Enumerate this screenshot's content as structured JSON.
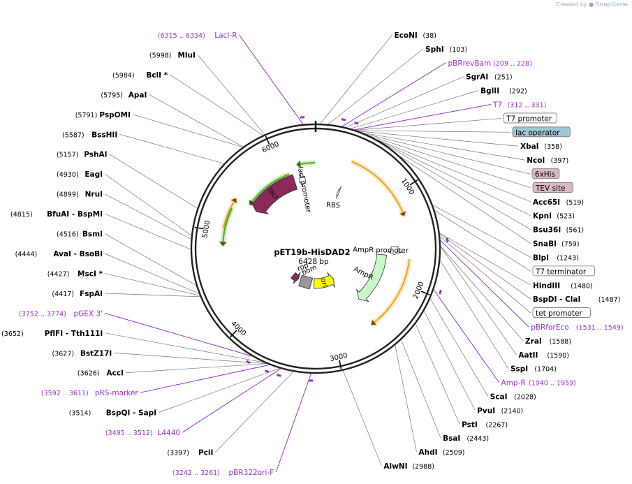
{
  "credit": {
    "prefix": "Created by",
    "brand": "SnapGene"
  },
  "plasmid": {
    "name": "pET19b-HisDAD2",
    "length": 6428,
    "length_label": "6428 bp"
  },
  "ticks": [
    "1000",
    "2000",
    "3000",
    "4000",
    "5000",
    "6000"
  ],
  "labels": [
    {
      "kind": "enzyme",
      "side": "R",
      "name": "EcoNI",
      "pos": "(38)",
      "site": 38
    },
    {
      "kind": "enzyme",
      "side": "R",
      "name": "SphI",
      "pos": "(103)",
      "site": 103
    },
    {
      "kind": "primer",
      "side": "R",
      "name": "pBRrevBam",
      "pos": "(209 .. 228)",
      "site": 218
    },
    {
      "kind": "enzyme",
      "side": "R",
      "name": "SgrAI",
      "pos": "(251)",
      "site": 251
    },
    {
      "kind": "enzyme",
      "side": "R",
      "name": "BglII",
      "pos": "(292)",
      "site": 292
    },
    {
      "kind": "primer",
      "side": "R",
      "name": "T7",
      "pos": "(312 .. 331)",
      "site": 321
    },
    {
      "kind": "feature",
      "side": "R",
      "name": "T7 promoter",
      "pos": "",
      "site": 330,
      "fill": "#ffffff"
    },
    {
      "kind": "feature",
      "side": "R",
      "name": "lac operator",
      "pos": "",
      "site": 340,
      "fill": "#9fc6d4"
    },
    {
      "kind": "enzyme",
      "side": "R",
      "name": "XbaI",
      "pos": "(358)",
      "site": 358
    },
    {
      "kind": "enzyme",
      "side": "R",
      "name": "NcoI",
      "pos": "(397)",
      "site": 397
    },
    {
      "kind": "feature",
      "side": "R",
      "name": "6xHis",
      "pos": "",
      "site": 420,
      "fill": "#d9b8c4"
    },
    {
      "kind": "feature",
      "side": "R",
      "name": "TEV site",
      "pos": "",
      "site": 460,
      "fill": "#d9b8c4"
    },
    {
      "kind": "enzyme",
      "side": "R",
      "name": "Acc65I",
      "pos": "(519)",
      "site": 519
    },
    {
      "kind": "enzyme",
      "side": "R",
      "name": "KpnI",
      "pos": "(523)",
      "site": 523
    },
    {
      "kind": "enzyme",
      "side": "R",
      "name": "Bsu36I",
      "pos": "(561)",
      "site": 561
    },
    {
      "kind": "enzyme",
      "side": "R",
      "name": "SnaBI",
      "pos": "(759)",
      "site": 759
    },
    {
      "kind": "enzyme",
      "side": "R",
      "name": "BlpI",
      "pos": "(1243)",
      "site": 1243
    },
    {
      "kind": "feature",
      "side": "R",
      "name": "T7 terminator",
      "pos": "",
      "site": 1290,
      "fill": "#ffffff"
    },
    {
      "kind": "enzyme",
      "side": "R",
      "name": "HindIII",
      "pos": "(1480)",
      "site": 1480
    },
    {
      "kind": "enzyme",
      "side": "R",
      "name": "BspDI  - ClaI",
      "pos": "(1487)",
      "site": 1487
    },
    {
      "kind": "feature",
      "side": "R",
      "name": "tet promoter",
      "pos": "",
      "site": 1510,
      "fill": "#ffffff"
    },
    {
      "kind": "primer",
      "side": "R",
      "name": "pBRforEco",
      "pos": "(1531 .. 1549)",
      "site": 1540
    },
    {
      "kind": "enzyme",
      "side": "R",
      "name": "ZraI",
      "pos": "(1588)",
      "site": 1588
    },
    {
      "kind": "enzyme",
      "side": "R",
      "name": "AatII",
      "pos": "(1590)",
      "site": 1590
    },
    {
      "kind": "enzyme",
      "side": "R",
      "name": "SspI",
      "pos": "(1704)",
      "site": 1704
    },
    {
      "kind": "primer",
      "side": "R",
      "name": "Amp-R",
      "pos": "(1940 .. 1959)",
      "site": 1950
    },
    {
      "kind": "enzyme",
      "side": "R",
      "name": "ScaI",
      "pos": "(2028)",
      "site": 2028
    },
    {
      "kind": "enzyme",
      "side": "R",
      "name": "PvuI",
      "pos": "(2140)",
      "site": 2140
    },
    {
      "kind": "enzyme",
      "side": "R",
      "name": "PstI",
      "pos": "(2267)",
      "site": 2267
    },
    {
      "kind": "enzyme",
      "side": "R",
      "name": "BsaI",
      "pos": "(2443)",
      "site": 2443
    },
    {
      "kind": "enzyme",
      "side": "R",
      "name": "AhdI",
      "pos": "(2509)",
      "site": 2509
    },
    {
      "kind": "enzyme",
      "side": "R",
      "name": "AlwNI",
      "pos": "(2988)",
      "site": 2988
    },
    {
      "kind": "primer",
      "side": "L",
      "name": "pBR322ori-F",
      "pos": "(3242 .. 3261)",
      "site": 3251
    },
    {
      "kind": "enzyme",
      "side": "L",
      "name": "PciI",
      "pos": "(3397)",
      "site": 3397
    },
    {
      "kind": "primer",
      "side": "L",
      "name": "L4440",
      "pos": "(3495 .. 3512)",
      "site": 3503
    },
    {
      "kind": "enzyme",
      "side": "L",
      "name": "BspQI  - SapI",
      "pos": "(3514)",
      "site": 3514
    },
    {
      "kind": "primer",
      "side": "L",
      "name": "pRS-marker",
      "pos": "(3592 .. 3611)",
      "site": 3601
    },
    {
      "kind": "enzyme",
      "side": "L",
      "name": "AccI",
      "pos": "(3626)",
      "site": 3626
    },
    {
      "kind": "enzyme",
      "side": "L",
      "name": "BstZ17I",
      "pos": "(3627)",
      "site": 3627
    },
    {
      "kind": "enzyme",
      "side": "L",
      "name": "PflFI  - Tth111I",
      "pos": "(3652)",
      "site": 3652
    },
    {
      "kind": "primer",
      "side": "L",
      "name": "pGEX 3'",
      "pos": "(3752 .. 3774)",
      "site": 3763
    },
    {
      "kind": "enzyme",
      "side": "L",
      "name": "FspAI",
      "pos": "(4417)",
      "site": 4417
    },
    {
      "kind": "enzyme",
      "side": "L",
      "name": "MscI *",
      "pos": "(4427)",
      "site": 4427
    },
    {
      "kind": "enzyme",
      "side": "L",
      "name": "AvaI  - BsoBI",
      "pos": "(4444)",
      "site": 4444
    },
    {
      "kind": "enzyme",
      "side": "L",
      "name": "BsmI",
      "pos": "(4516)",
      "site": 4516
    },
    {
      "kind": "enzyme",
      "side": "L",
      "name": "BfuAI  - BspMI",
      "pos": "(4815)",
      "site": 4815
    },
    {
      "kind": "enzyme",
      "side": "L",
      "name": "NruI",
      "pos": "(4899)",
      "site": 4899
    },
    {
      "kind": "enzyme",
      "side": "L",
      "name": "EagI",
      "pos": "(4930)",
      "site": 4930
    },
    {
      "kind": "enzyme",
      "side": "L",
      "name": "PshAI",
      "pos": "(5157)",
      "site": 5157
    },
    {
      "kind": "enzyme",
      "side": "L",
      "name": "BssHII",
      "pos": "(5587)",
      "site": 5587
    },
    {
      "kind": "enzyme",
      "side": "L",
      "name": "PspOMI",
      "pos": "(5791)",
      "site": 5791
    },
    {
      "kind": "enzyme",
      "side": "L",
      "name": "ApaI",
      "pos": "(5795)",
      "site": 5795
    },
    {
      "kind": "enzyme",
      "side": "L",
      "name": "BclI *",
      "pos": "(5984)",
      "site": 5984
    },
    {
      "kind": "enzyme",
      "side": "L",
      "name": "MluI",
      "pos": "(5998)",
      "site": 5998
    },
    {
      "kind": "primer",
      "side": "L",
      "name": "LacI-R",
      "pos": "(6315 .. 6334)",
      "site": 6325
    }
  ],
  "features": [
    {
      "name": "lacI",
      "start": 5390,
      "end": 6120,
      "dir": "ccw",
      "fill": "#8b2a5a",
      "labeled": true
    },
    {
      "name": "lacI promoter",
      "start": 6190,
      "end": 6275,
      "dir": "ccw",
      "fill": "#ffffff",
      "labeled": true
    },
    {
      "name": "RBS",
      "start": 380,
      "end": 405,
      "dir": "cw",
      "fill": "#ffffff",
      "labeled": true
    },
    {
      "name": "AmpR promoter",
      "start": 1580,
      "end": 1685,
      "dir": "cw",
      "fill": "#ffffff",
      "labeled": true
    },
    {
      "name": "AmpR",
      "start": 1700,
      "end": 2490,
      "dir": "cw",
      "fill": "#c8f7c8",
      "labeled": true
    },
    {
      "name": "ori",
      "start": 2670,
      "end": 3260,
      "dir": "ccw",
      "fill": "#ffff00",
      "labeled": true
    },
    {
      "name": "bom",
      "start": 3450,
      "end": 3570,
      "dir": "none",
      "fill": "#999999",
      "labeled": true
    },
    {
      "name": "rop",
      "start": 3740,
      "end": 3930,
      "dir": "ccw",
      "fill": "#8b2a5a",
      "labeled": true
    }
  ],
  "orfs": [
    {
      "start": 400,
      "end": 1250,
      "dir": "cw",
      "color": "#f4a21e"
    },
    {
      "start": 1720,
      "end": 2570,
      "dir": "cw",
      "color": "#f4a21e"
    },
    {
      "start": 5040,
      "end": 5400,
      "dir": "cw",
      "color": "#f4a21e"
    },
    {
      "start": 4850,
      "end": 5280,
      "dir": "ccw",
      "color": "#4caf1e"
    },
    {
      "start": 5420,
      "end": 6080,
      "dir": "ccw",
      "color": "#4caf1e"
    },
    {
      "start": 6200,
      "end": 6420,
      "dir": "ccw",
      "color": "#4caf1e"
    }
  ]
}
